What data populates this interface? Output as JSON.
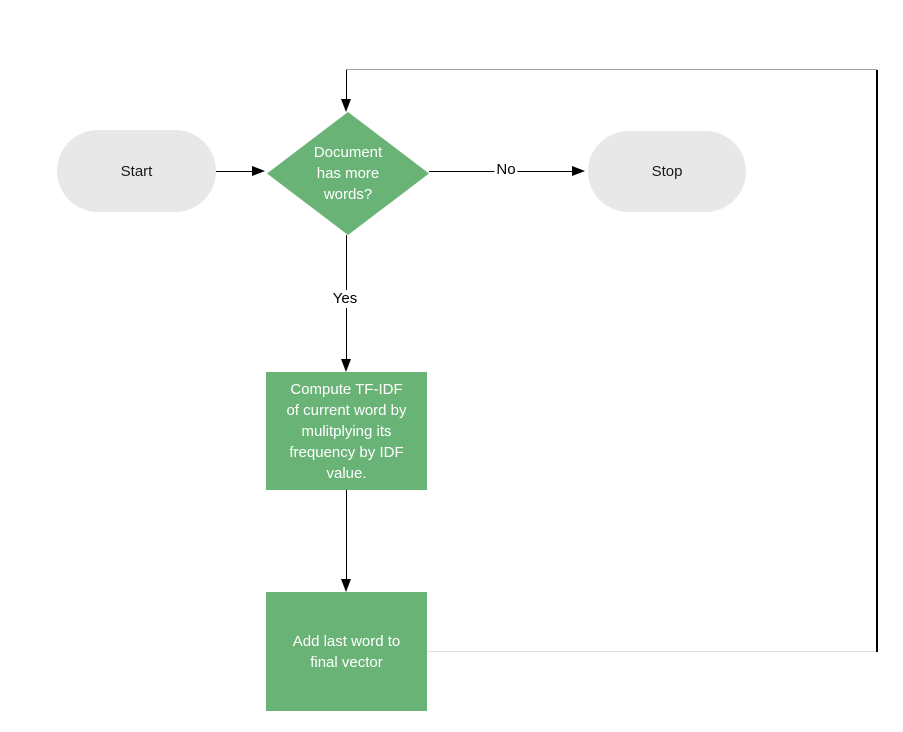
{
  "colors": {
    "process_green": "#6ab377",
    "terminator_gray": "#e8e8e8",
    "edge_black": "#000000",
    "loop_top_gray": "#a3a3a3",
    "loop_bottom_gray": "#dce1dd",
    "node_text_white": "#ffffff",
    "label_text_black": "#1a1a1a"
  },
  "nodes": {
    "start": {
      "label": "Start"
    },
    "decision": {
      "label": "Document\nhas more\nwords?"
    },
    "stop": {
      "label": "Stop"
    },
    "compute": {
      "label": "Compute TF-IDF\nof current word by\nmulitplying its\nfrequency by IDF\nvalue."
    },
    "add_last": {
      "label": "Add last word to\nfinal vector"
    }
  },
  "edge_labels": {
    "yes": "Yes",
    "no": "No"
  }
}
